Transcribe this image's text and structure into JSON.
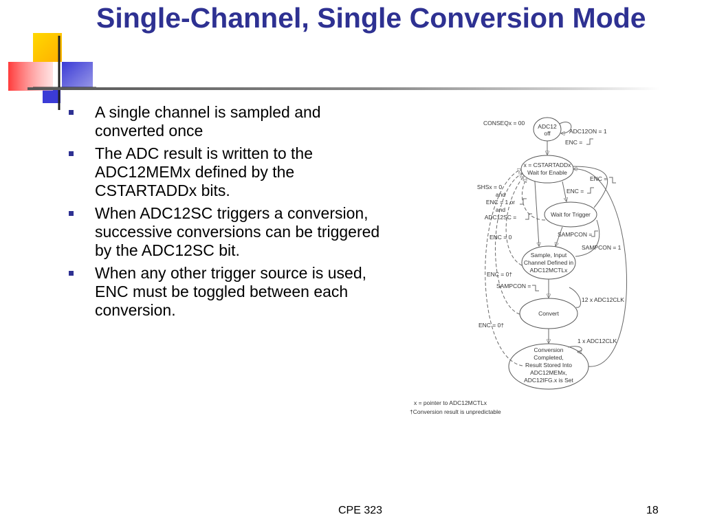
{
  "slide": {
    "title": "Single-Channel, Single Conversion Mode",
    "bullets": [
      "A single channel is sampled and converted once",
      "The ADC result is written to the ADC12MEMx defined by the CSTARTADDx bits.",
      "When ADC12SC triggers a conversion, successive conversions can be triggered by the ADC12SC bit.",
      "When any other trigger source is used, ENC must be toggled between each conversion."
    ],
    "accent_color": "#2e3192"
  },
  "diagram": {
    "states": {
      "adc_off": [
        "ADC12",
        "off"
      ],
      "wait_enable": [
        "x = CSTARTADDx",
        "Wait for Enable"
      ],
      "wait_trigger": [
        "Wait for Trigger"
      ],
      "sample": [
        "Sample, Input",
        "Channel Defined in",
        "ADC12MCTLx"
      ],
      "convert": [
        "Convert"
      ],
      "complete": [
        "Conversion",
        "Completed,",
        "Result Stored Into",
        "ADC12MEMx,",
        "ADC12IFG.x is Set"
      ]
    },
    "labels": {
      "conseq": "CONSEQx = 00",
      "adc12on": "ADC12ON = 1",
      "enc_rise_1": "ENC  =",
      "enc_fall_1": "ENC  =",
      "enc_rise_2": "ENC  =",
      "shs_block": [
        "SHSx = 0",
        "and",
        "ENC = 1 or",
        "and",
        "ADC12SC ="
      ],
      "enc_0_a": "ENC = 0",
      "sampcon_rise": "SAMPCON =",
      "sampcon_1": "SAMPCON = 1",
      "enc_0_b": "ENC = 0†",
      "sampcon_fall": "SAMPCON =",
      "clk12": "12 x ADC12CLK",
      "enc_0_c": "ENC = 0†",
      "clk1": "1 x ADC12CLK"
    },
    "notes": [
      "x = pointer to ADC12MCTLx",
      "†Conversion result is unpredictable"
    ]
  },
  "footer": {
    "course": "CPE 323",
    "page_number": "18"
  }
}
